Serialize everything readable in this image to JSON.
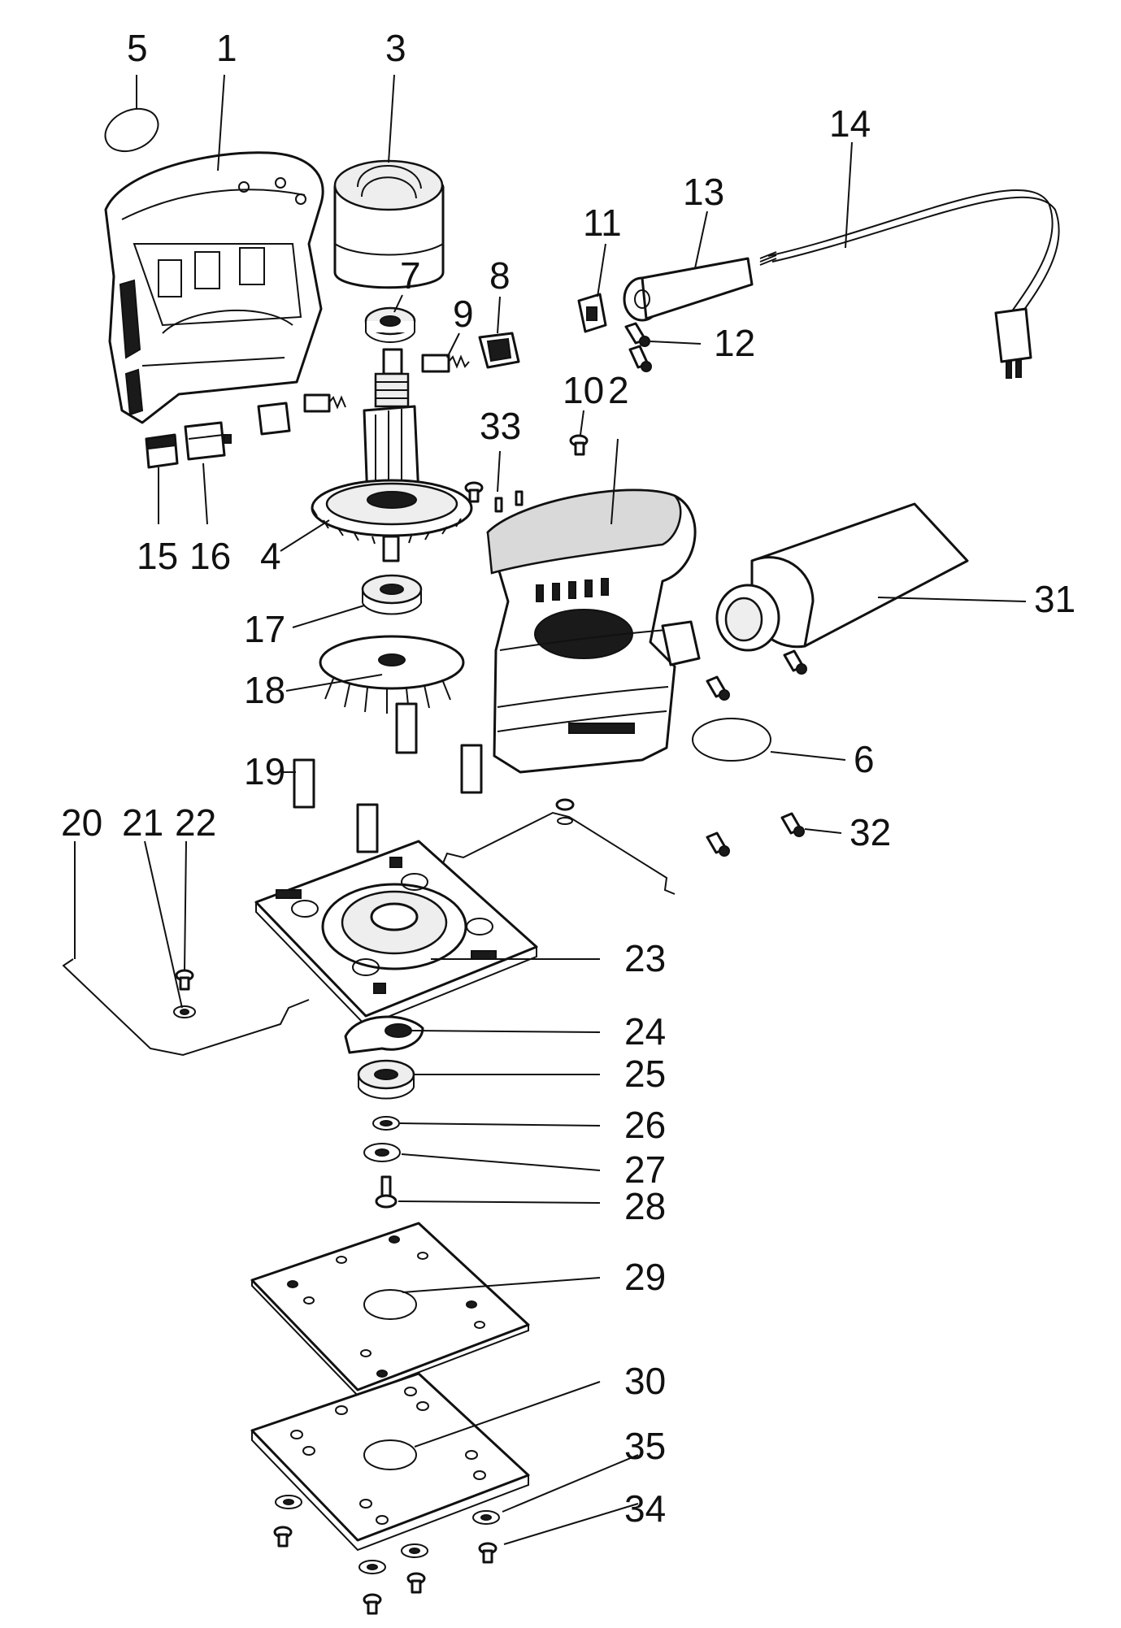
{
  "parts": [
    {
      "id": "1",
      "label": "1"
    },
    {
      "id": "2",
      "label": "2"
    },
    {
      "id": "3",
      "label": "3"
    },
    {
      "id": "4",
      "label": "4"
    },
    {
      "id": "5",
      "label": "5"
    },
    {
      "id": "6",
      "label": "6"
    },
    {
      "id": "7",
      "label": "7"
    },
    {
      "id": "8",
      "label": "8"
    },
    {
      "id": "9",
      "label": "9"
    },
    {
      "id": "10",
      "label": "10"
    },
    {
      "id": "11",
      "label": "11"
    },
    {
      "id": "12",
      "label": "12"
    },
    {
      "id": "13",
      "label": "13"
    },
    {
      "id": "14",
      "label": "14"
    },
    {
      "id": "15",
      "label": "15"
    },
    {
      "id": "16",
      "label": "16"
    },
    {
      "id": "17",
      "label": "17"
    },
    {
      "id": "18",
      "label": "18"
    },
    {
      "id": "19",
      "label": "19"
    },
    {
      "id": "20",
      "label": "20"
    },
    {
      "id": "21",
      "label": "21"
    },
    {
      "id": "22",
      "label": "22"
    },
    {
      "id": "23",
      "label": "23"
    },
    {
      "id": "24",
      "label": "24"
    },
    {
      "id": "25",
      "label": "25"
    },
    {
      "id": "26",
      "label": "26"
    },
    {
      "id": "27",
      "label": "27"
    },
    {
      "id": "28",
      "label": "28"
    },
    {
      "id": "29",
      "label": "29"
    },
    {
      "id": "30",
      "label": "30"
    },
    {
      "id": "31",
      "label": "31"
    },
    {
      "id": "32",
      "label": "32"
    },
    {
      "id": "33",
      "label": "33"
    },
    {
      "id": "34",
      "label": "34"
    },
    {
      "id": "35",
      "label": "35"
    }
  ]
}
